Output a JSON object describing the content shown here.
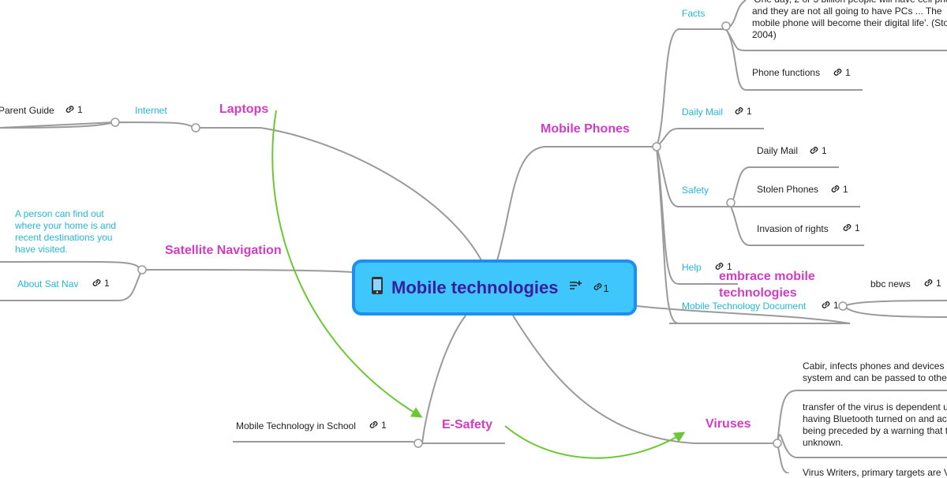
{
  "center": {
    "title": "Mobile technologies",
    "link_count": "1"
  },
  "topics": {
    "mobile_phones": "Mobile Phones",
    "laptops": "Laptops",
    "satellite_navigation": "Satellite Navigation",
    "e_safety": "E-Safety",
    "viruses": "Viruses",
    "embrace": "embrace mobile technologies"
  },
  "mobile_phones": {
    "facts": "Facts",
    "facts_quote": "'One day, 2 or 3 billion people will have cell pho and they are not all going to have PCs ... The mobile phone will become their digital life'. (Sto 2004)",
    "phone_functions": "Phone functions",
    "daily_mail": "Daily Mail",
    "safety": "Safety",
    "safety_daily_mail": "Daily Mail",
    "stolen_phones": "Stolen Phones",
    "invasion_of_rights": "Invasion of rights",
    "help": "Help",
    "mobile_tech_document": "Mobile Technology Document",
    "bbc_news": "bbc news"
  },
  "laptops": {
    "internet": "Internet",
    "parent_guide": "Parent Guide"
  },
  "satnav": {
    "description": "A person can find out where your home is and recent destinations you have visited.",
    "about": "About Sat Nav"
  },
  "esafety": {
    "school": "Mobile Technology in School"
  },
  "viruses": {
    "cabir": "Cabir, infects phones and devices system and can be passed to othe",
    "transfer": "transfer of the virus is dependent u having Bluetooth turned on and ac being preceded by a warning that t unknown.",
    "writers": "Virus Writers, primary targets are V"
  },
  "link_counts": {
    "phone_functions": "1",
    "daily_mail": "1",
    "safety_daily_mail": "1",
    "stolen_phones": "1",
    "invasion_of_rights": "1",
    "help": "1",
    "mobile_tech_document": "1",
    "bbc_news": "1",
    "parent_guide": "1",
    "about_sat_nav": "1",
    "school": "1"
  },
  "icons": {
    "center": "mobile-phone-icon",
    "notes": "notes-icon",
    "link": "link-icon"
  },
  "colors": {
    "topic": "#d23cc4",
    "subtopic": "#23b8d6",
    "center_fill": "#3fc6fd",
    "center_border": "#1e8ef2",
    "center_text": "#3a1d9e",
    "relationship": "#6cc832",
    "branch": "#9a9a9a"
  }
}
